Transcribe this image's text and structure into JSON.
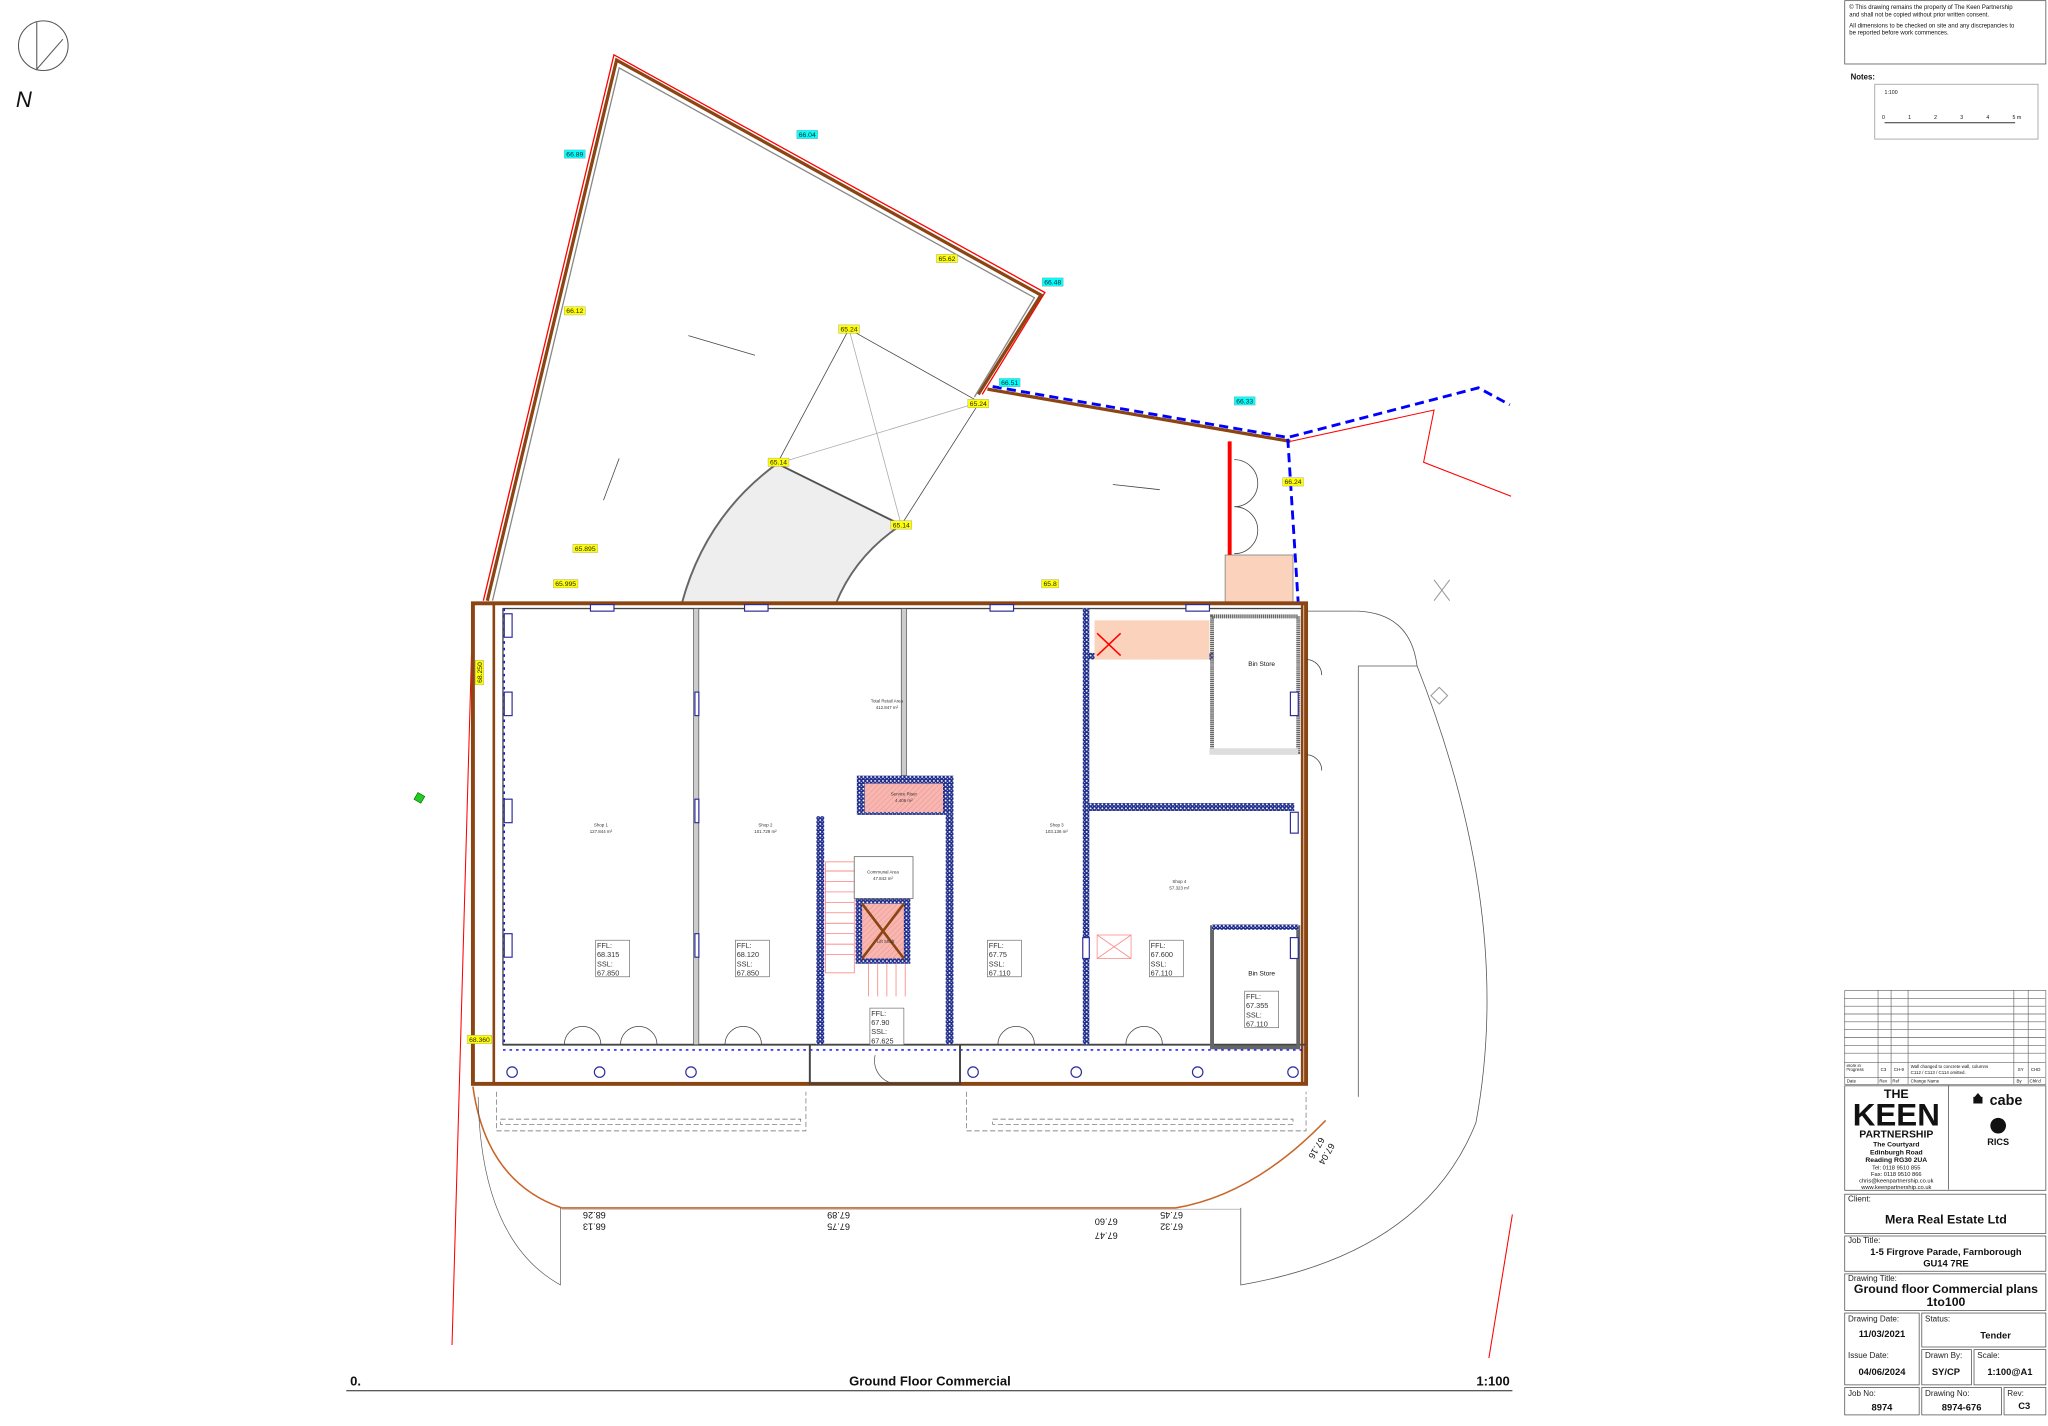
{
  "drawing": {
    "north_label": "N",
    "title_bar": {
      "left": "0.",
      "center": "Ground Floor Commercial",
      "right": "1:100"
    },
    "level_tags": [
      {
        "value": "66.89",
        "kind": "existing",
        "color": "#00ffff"
      },
      {
        "value": "66.04",
        "kind": "existing",
        "color": "#00ffff"
      },
      {
        "value": "66.48",
        "kind": "existing",
        "color": "#00ffff"
      },
      {
        "value": "66.51",
        "kind": "existing",
        "color": "#00ffff"
      },
      {
        "value": "66.33",
        "kind": "existing",
        "color": "#00ffff"
      },
      {
        "value": "65.62",
        "kind": "proposed",
        "color": "#ffff00"
      },
      {
        "value": "66.12",
        "kind": "proposed",
        "color": "#ffff00"
      },
      {
        "value": "65.24",
        "kind": "proposed",
        "color": "#ffff00"
      },
      {
        "value": "65.24",
        "kind": "proposed",
        "color": "#ffff00"
      },
      {
        "value": "65.14",
        "kind": "proposed",
        "color": "#ffff00"
      },
      {
        "value": "65.14",
        "kind": "proposed",
        "color": "#ffff00"
      },
      {
        "value": "65.895",
        "kind": "proposed",
        "color": "#ffff00"
      },
      {
        "value": "65.995",
        "kind": "proposed",
        "color": "#ffff00"
      },
      {
        "value": "65.8",
        "kind": "proposed",
        "color": "#ffff00"
      },
      {
        "value": "66.24",
        "kind": "proposed",
        "color": "#ffff00"
      },
      {
        "value": "68.250",
        "kind": "proposed",
        "color": "#ffff00"
      },
      {
        "value": "68.360",
        "kind": "proposed",
        "color": "#ffff00"
      }
    ],
    "rooms": [
      {
        "name": "Shop 1",
        "area": "127.844 m²"
      },
      {
        "name": "Shop 2",
        "area": "101.729 m²"
      },
      {
        "name": "Total Retail Area",
        "area": "412.847 m²"
      },
      {
        "name": "Shop 3",
        "area": "103.136 m²"
      },
      {
        "name": "Shop 4",
        "area": "57.323 m²"
      },
      {
        "name": "Service Riser",
        "area": "4.406 m²"
      },
      {
        "name": "Communal Area",
        "area": "47.842 m²"
      },
      {
        "name": "Lift Shaft",
        "area": ""
      },
      {
        "name": "Bin Store",
        "area": ""
      },
      {
        "name": "Bin Store",
        "area": ""
      }
    ],
    "floor_levels": [
      {
        "ffl_label": "FFL:",
        "ffl": "68.315",
        "ssl_label": "SSL:",
        "ssl": "67.850"
      },
      {
        "ffl_label": "FFL:",
        "ffl": "68.120",
        "ssl_label": "SSL:",
        "ssl": "67.850"
      },
      {
        "ffl_label": "FFL:",
        "ffl": "67.75",
        "ssl_label": "SSL:",
        "ssl": "67.110"
      },
      {
        "ffl_label": "FFL:",
        "ffl": "67.600",
        "ssl_label": "SSL:",
        "ssl": "67.110"
      },
      {
        "ffl_label": "FFL:",
        "ffl": "67.355",
        "ssl_label": "SSL:",
        "ssl": "67.110"
      },
      {
        "ffl_label": "FFL:",
        "ffl": "67.90",
        "ssl_label": "SSL:",
        "ssl": "67.625"
      }
    ],
    "street_levels": [
      {
        "upper": "68.26",
        "lower": "68.13"
      },
      {
        "upper": "67.89",
        "lower": "67.75"
      },
      {
        "upper": "67.60",
        "lower": "67.47"
      },
      {
        "upper": "67.45",
        "lower": "67.32"
      },
      {
        "upper": "67.16",
        "lower": "67.04"
      }
    ],
    "colors": {
      "wall": "#8b4513",
      "boundary": "#ff0000",
      "blue_line": "#0000ff",
      "riser_fill": "#f7b6b0",
      "store_fill": "#fbd3bd"
    }
  },
  "title_block": {
    "copyright": [
      "© This drawing remains the property of The Keen Partnership",
      "and shall not be copied without prior written consent."
    ],
    "dimensions_note": [
      "All dimensions to be checked on site and any discrepancies to",
      "be reported before work commences."
    ],
    "notes_label": "Notes:",
    "scale_bar": {
      "scale": "1:100",
      "ticks": [
        "0",
        "1",
        "2",
        "3",
        "4",
        "5 m"
      ]
    },
    "revisions": {
      "headers": [
        "Date",
        "Rev",
        "Ref",
        "Change Name",
        "By",
        "Chk'd"
      ],
      "rows": [
        {
          "date": "Work in Progress",
          "rev": "C3",
          "ref": "CH-9",
          "change": [
            "Wall changed to concrete wall, columns",
            "C112 / C113 / C114 omitted."
          ],
          "by": "SY",
          "chkd": "CHD"
        }
      ]
    },
    "company": {
      "the": "THE",
      "name": "KEEN",
      "partnership": "PARTNERSHIP",
      "address": [
        "The Courtyard",
        "Edinburgh Road",
        "Reading  RG30 2UA"
      ],
      "tel": "Tel: 0118 9510 855",
      "fax": "Fax: 0118 9510 866",
      "email": "chris@keenpartnership.co.uk",
      "web": "www.keenpartnership.co.uk",
      "logos": [
        "cabe",
        "RICS"
      ]
    },
    "client_label": "Client:",
    "client": "Mera Real Estate Ltd",
    "job_title_label": "Job Title:",
    "job_title": [
      "1-5 Firgrove Parade, Farnborough",
      "GU14 7RE"
    ],
    "drawing_title_label": "Drawing Title:",
    "drawing_title": [
      "Ground floor Commercial plans",
      "1to100"
    ],
    "drawing_date_label": "Drawing Date:",
    "drawing_date": "11/03/2021",
    "status_label": "Status:",
    "status": "Tender",
    "issue_date_label": "Issue Date:",
    "issue_date": "04/06/2024",
    "drawn_by_label": "Drawn By:",
    "drawn_by": "SY/CP",
    "scale_label": "Scale:",
    "scale": "1:100@A1",
    "job_no_label": "Job No:",
    "job_no": "8974",
    "drawing_no_label": "Drawing No:",
    "drawing_no": "8974-676",
    "rev_label": "Rev:",
    "rev": "C3"
  }
}
